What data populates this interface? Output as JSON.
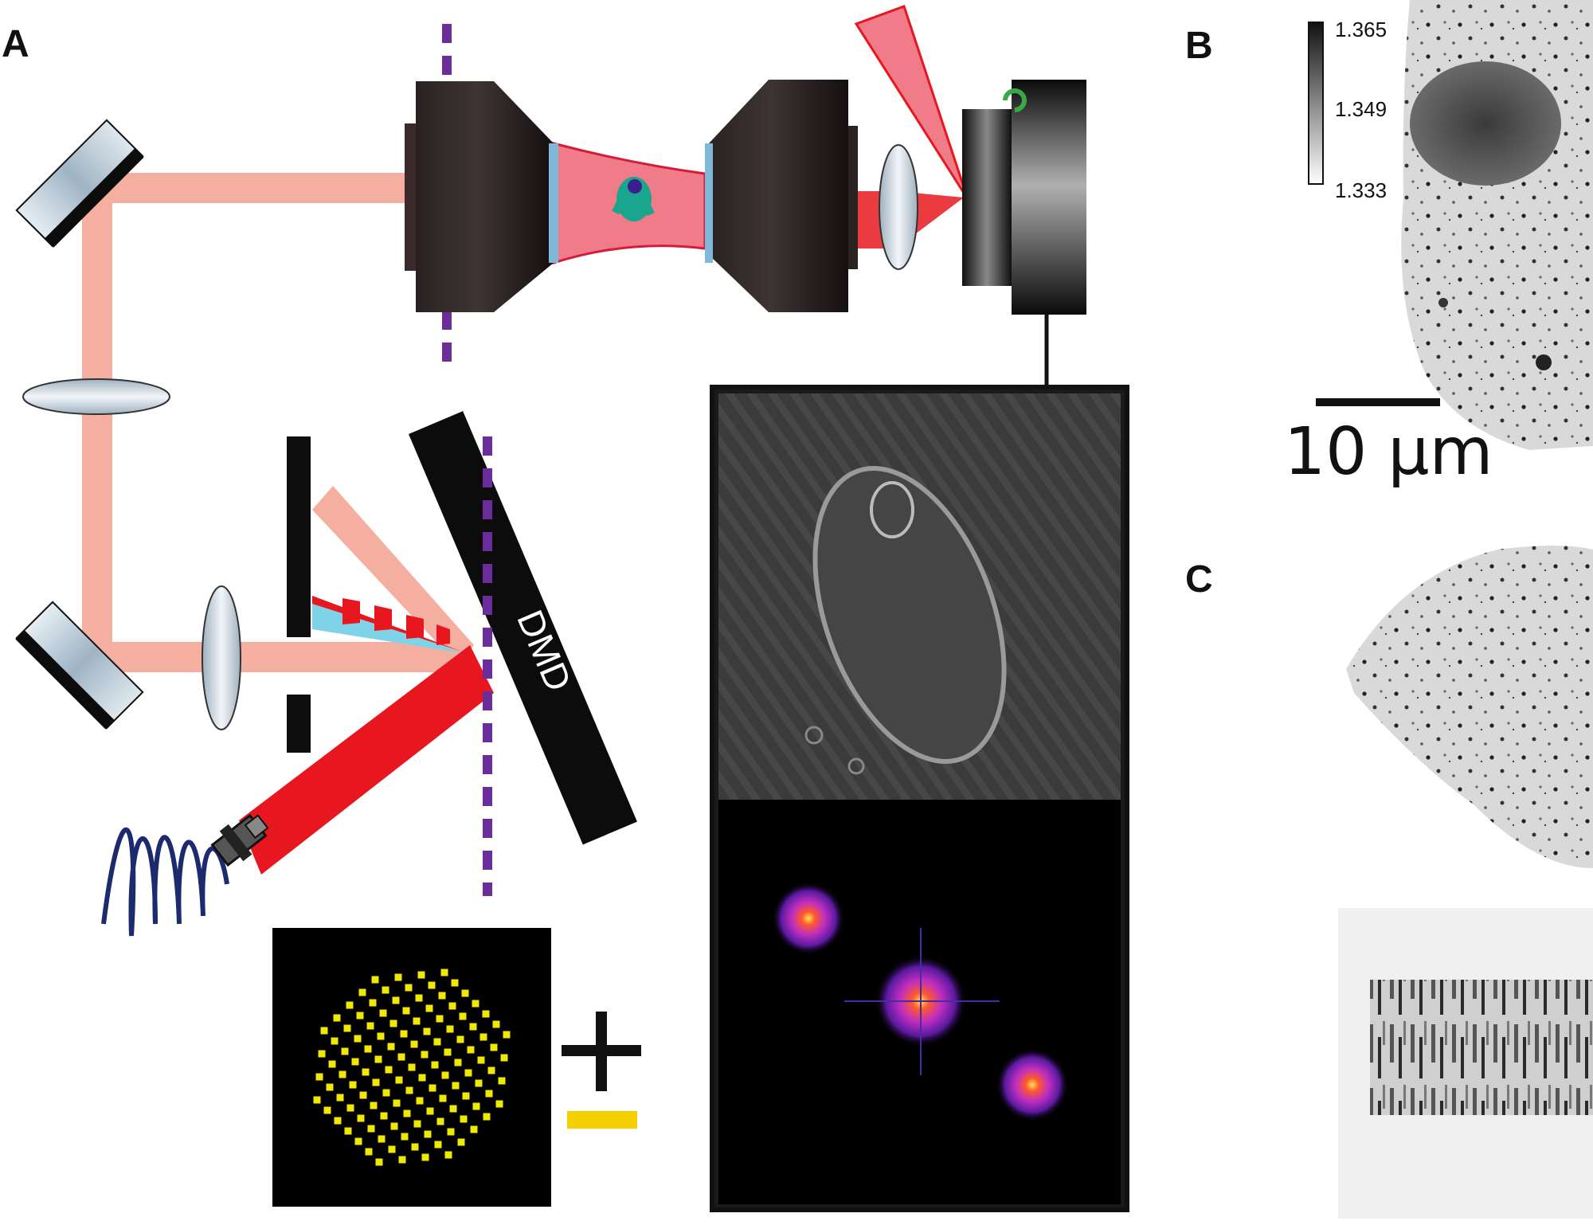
{
  "panel_labels": {
    "a": "A",
    "b": "B",
    "c": "C"
  },
  "components": {
    "dmd_label": "DMD"
  },
  "colorbar": {
    "top_value": "1.365",
    "mid_value": "1.349",
    "bottom_value": "1.333",
    "gradient": [
      "#111111",
      "#ffffff"
    ]
  },
  "scale_bar": {
    "label": "10 µm"
  },
  "colors": {
    "beam_incident": "#f4afa0",
    "beam_laser": "#e8171f",
    "beam_sample": "#f07b89",
    "fringe_cyan": "#7fd3e6",
    "optical_axis": "#6a2d9a",
    "fiber": "#1c2a6e",
    "pattern_dots": "#f0e800",
    "minus_sign": "#f5d000",
    "specimen": "#1aa58f"
  }
}
